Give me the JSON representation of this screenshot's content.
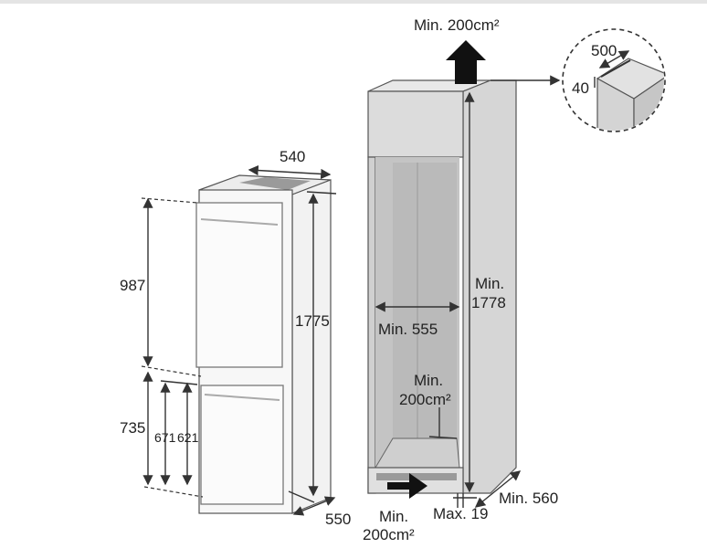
{
  "appliance": {
    "width": "540",
    "height": "1775",
    "depth": "550",
    "fridge_door_height": "987",
    "freezer_door_height": "735",
    "freezer_dim_a": "671",
    "freezer_dim_b": "621"
  },
  "cabinet": {
    "top_vent": "Min. 200cm²",
    "inner_width": "Min. 555",
    "inner_height_line1": "Min.",
    "inner_height_line2": "1778",
    "rear_vent_line1": "Min.",
    "rear_vent_line2": "200cm²",
    "bottom_vent_line1": "Min.",
    "bottom_vent_line2": "200cm²",
    "plinth_gap": "Max. 19",
    "depth": "Min. 560"
  },
  "detail": {
    "slot_length": "500",
    "slot_width": "40"
  },
  "colors": {
    "line": "#333333",
    "panel": "#dcdcdc",
    "shade": "#bdbdbd"
  }
}
